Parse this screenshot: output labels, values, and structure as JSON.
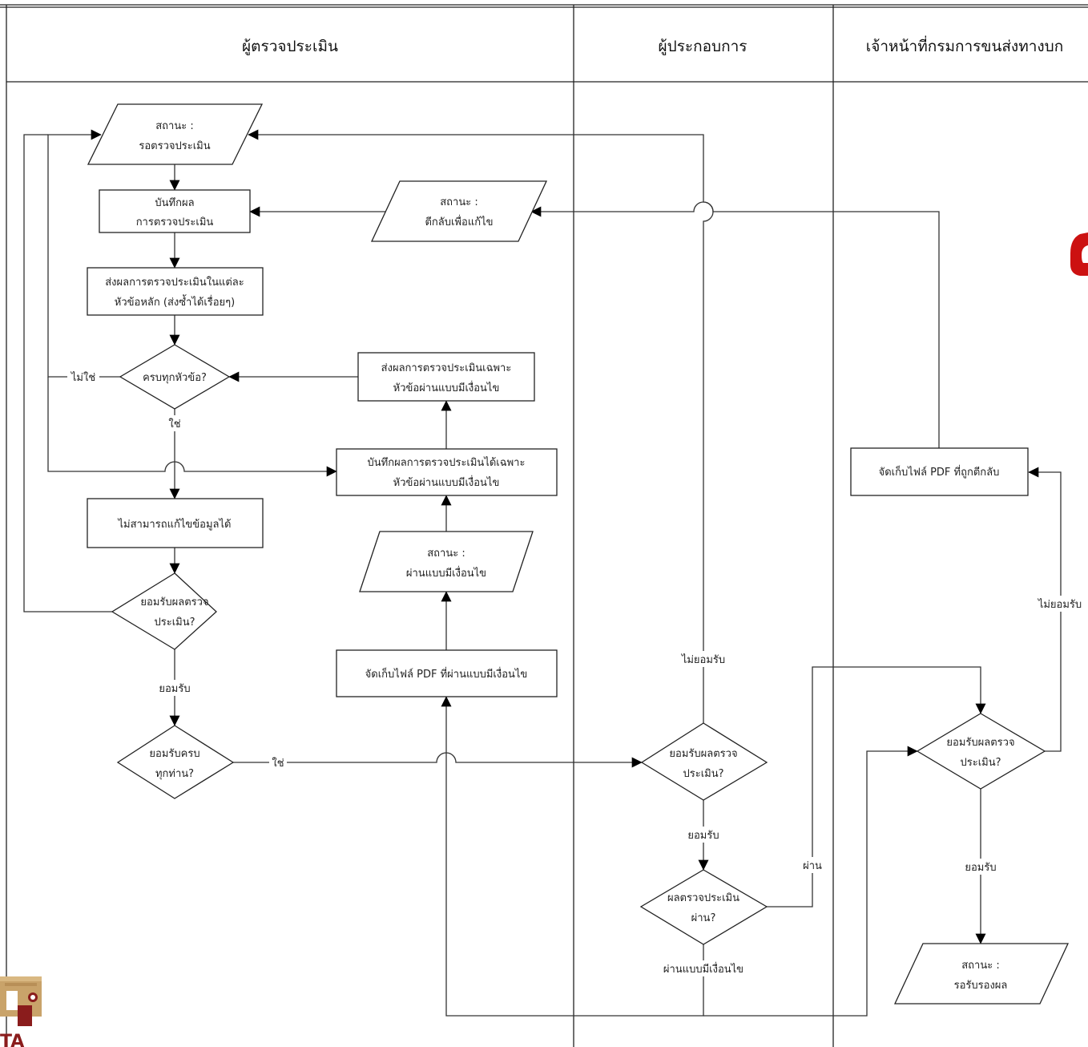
{
  "lanes": {
    "assessor": "ผู้ตรวจประเมิน",
    "operator": "ผู้ประกอบการ",
    "dlt_officer": "เจ้าหน้าที่กรมการขนส่งทางบก"
  },
  "nodes": {
    "status_waiting": [
      "สถานะ :",
      "รอตรวจประเมิน"
    ],
    "record_result": [
      "บันทึกผล",
      "การตรวจประเมิน"
    ],
    "status_returned": [
      "สถานะ :",
      "ตีกลับเพื่อแก้ไข"
    ],
    "send_results": [
      "ส่งผลการตรวจประเมินในแต่ละ",
      "หัวข้อหลัก (ส่งซ้ำได้เรื่อยๆ)"
    ],
    "all_topics": [
      "ครบทุกหัวข้อ?"
    ],
    "send_conditional": [
      "ส่งผลการตรวจประเมินเฉพาะ",
      "หัวข้อผ่านแบบมีเงื่อนไข"
    ],
    "record_conditional": [
      "บันทึกผลการตรวจประเมินได้เฉพาะ",
      "หัวข้อผ่านแบบมีเงื่อนไข"
    ],
    "cannot_edit": [
      "ไม่สามารถแก้ไขข้อมูลได้"
    ],
    "status_conditional": [
      "สถานะ :",
      "ผ่านแบบมีเงื่อนไข"
    ],
    "accept_assessor": [
      "ยอมรับผลตรวจ",
      "ประเมิน?"
    ],
    "store_conditional_pdf": [
      "จัดเก็บไฟล์ PDF ที่ผ่านแบบมีเงื่อนไข"
    ],
    "accept_all": [
      "ยอมรับครบ",
      "ทุกท่าน?"
    ],
    "accept_operator": [
      "ยอมรับผลตรวจ",
      "ประเมิน?"
    ],
    "result_pass": [
      "ผลตรวจประเมิน",
      "ผ่าน?"
    ],
    "store_returned_pdf": [
      "จัดเก็บไฟล์ PDF ที่ถูกตีกลับ"
    ],
    "accept_dlt": [
      "ยอมรับผลตรวจ",
      "ประเมิน?"
    ],
    "status_certify": [
      "สถานะ :",
      "รอรับรองผล"
    ]
  },
  "edge_labels": {
    "no_all_topics": "ไม่ใช่",
    "yes_all_topics": "ใช่",
    "accept_assessor": "ยอมรับ",
    "yes_accept_all": "ใช่",
    "not_accept_operator": "ไม่ยอมรับ",
    "accept_operator": "ยอมรับ",
    "pass": "ผ่าน",
    "conditional_pass": "ผ่านแบบมีเงื่อนไข",
    "not_accept_dlt": "ไม่ยอมรับ",
    "accept_dlt": "ยอมรับ"
  },
  "logo": {
    "text": "TA",
    "colors": [
      "#c9a36a",
      "#8a1c1c"
    ]
  },
  "edge_marker": {
    "color": "#cc1111"
  }
}
